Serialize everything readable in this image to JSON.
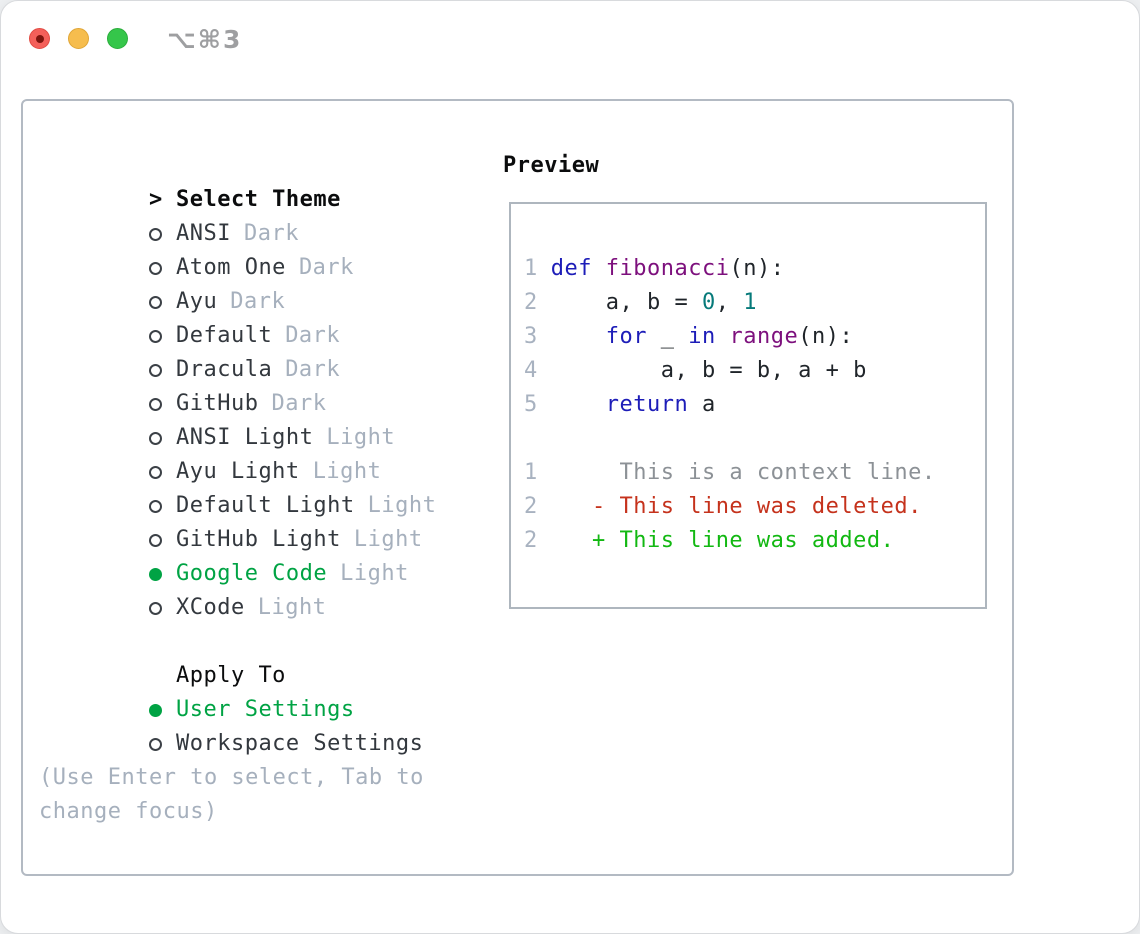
{
  "window": {
    "shortcut_label": "⌥⌘3"
  },
  "theme_picker": {
    "prompt": ">",
    "title": "Select Theme",
    "themes": [
      {
        "name": "ANSI",
        "variant": "Dark",
        "selected": false
      },
      {
        "name": "Atom One",
        "variant": "Dark",
        "selected": false
      },
      {
        "name": "Ayu",
        "variant": "Dark",
        "selected": false
      },
      {
        "name": "Default",
        "variant": "Dark",
        "selected": false
      },
      {
        "name": "Dracula",
        "variant": "Dark",
        "selected": false
      },
      {
        "name": "GitHub",
        "variant": "Dark",
        "selected": false
      },
      {
        "name": "ANSI Light",
        "variant": "Light",
        "selected": false
      },
      {
        "name": "Ayu Light",
        "variant": "Light",
        "selected": false
      },
      {
        "name": "Default Light",
        "variant": "Light",
        "selected": false
      },
      {
        "name": "GitHub Light",
        "variant": "Light",
        "selected": false
      },
      {
        "name": "Google Code",
        "variant": "Light",
        "selected": true
      },
      {
        "name": "XCode",
        "variant": "Light",
        "selected": false
      }
    ]
  },
  "apply_to": {
    "title": "Apply To",
    "options": [
      {
        "label": "User Settings",
        "selected": true
      },
      {
        "label": "Workspace Settings",
        "selected": false
      }
    ]
  },
  "hint": {
    "line1": "(Use Enter to select, Tab to",
    "line2": "change focus)"
  },
  "preview": {
    "title": "Preview",
    "code_lines": [
      {
        "num": "1",
        "tokens": [
          {
            "text": "def",
            "type": "keyword"
          },
          {
            "text": " ",
            "type": "plain"
          },
          {
            "text": "fibonacci",
            "type": "function"
          },
          {
            "text": "(n):",
            "type": "plain"
          }
        ]
      },
      {
        "num": "2",
        "tokens": [
          {
            "text": "    a, b = ",
            "type": "plain"
          },
          {
            "text": "0",
            "type": "number"
          },
          {
            "text": ", ",
            "type": "plain"
          },
          {
            "text": "1",
            "type": "number"
          }
        ]
      },
      {
        "num": "3",
        "tokens": [
          {
            "text": "    ",
            "type": "plain"
          },
          {
            "text": "for",
            "type": "keyword"
          },
          {
            "text": " _ ",
            "type": "plain"
          },
          {
            "text": "in",
            "type": "keyword"
          },
          {
            "text": " ",
            "type": "plain"
          },
          {
            "text": "range",
            "type": "function"
          },
          {
            "text": "(n):",
            "type": "plain"
          }
        ]
      },
      {
        "num": "4",
        "tokens": [
          {
            "text": "        a, b = b, a + b",
            "type": "plain"
          }
        ]
      },
      {
        "num": "5",
        "tokens": [
          {
            "text": "    ",
            "type": "plain"
          },
          {
            "text": "return",
            "type": "keyword"
          },
          {
            "text": " a",
            "type": "plain"
          }
        ]
      }
    ],
    "diff_lines": [
      {
        "num": "1",
        "text": "     This is a context line.",
        "kind": "context"
      },
      {
        "num": "2",
        "text": "   - This line was deleted.",
        "kind": "deleted"
      },
      {
        "num": "2",
        "text": "   + This line was added.",
        "kind": "added"
      }
    ]
  },
  "colors": {
    "selection_green": "#00a344",
    "added_green": "#12b812",
    "deleted_red": "#c5321c",
    "keyword_blue": "#1d1db8",
    "function_purple": "#7d107d",
    "number_teal": "#067a7a",
    "muted_gray": "#a6b0bd",
    "panel_border": "#b3bac3"
  }
}
